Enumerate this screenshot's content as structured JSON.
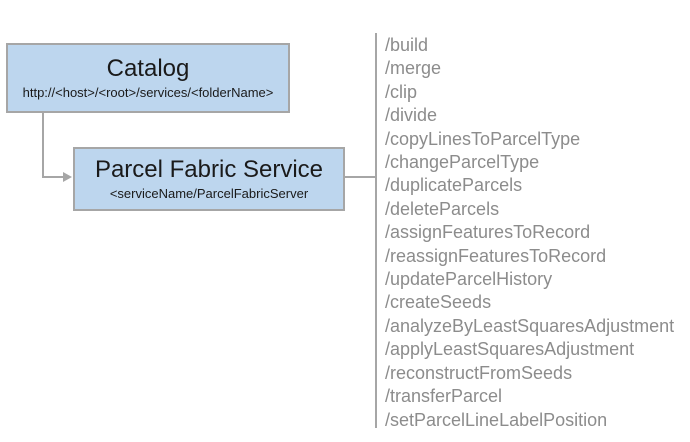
{
  "catalog_box": {
    "title": "Catalog",
    "subtitle": "http://<host>/<root>/services/<folderName>"
  },
  "service_box": {
    "title": "Parcel Fabric Service",
    "subtitle": "<serviceName/ParcelFabricServer"
  },
  "endpoints": [
    "/build",
    "/merge",
    "/clip",
    "/divide",
    "/copyLinesToParcelType",
    "/changeParcelType",
    "/duplicateParcels",
    "/deleteParcels",
    "/assignFeaturesToRecord",
    "/reassignFeaturesToRecord",
    "/updateParcelHistory",
    "/createSeeds",
    "/analyzeByLeastSquaresAdjustment",
    "/applyLeastSquaresAdjustment",
    "/reconstructFromSeeds",
    "/transferParcel",
    "/setParcelLineLabelPosition"
  ],
  "colors": {
    "box_fill": "#BDD6EE",
    "box_border": "#A6A6A6",
    "connector": "#A6A6A6",
    "endpoint_text": "#8C8C8C",
    "title_text": "#1A1A1A"
  }
}
